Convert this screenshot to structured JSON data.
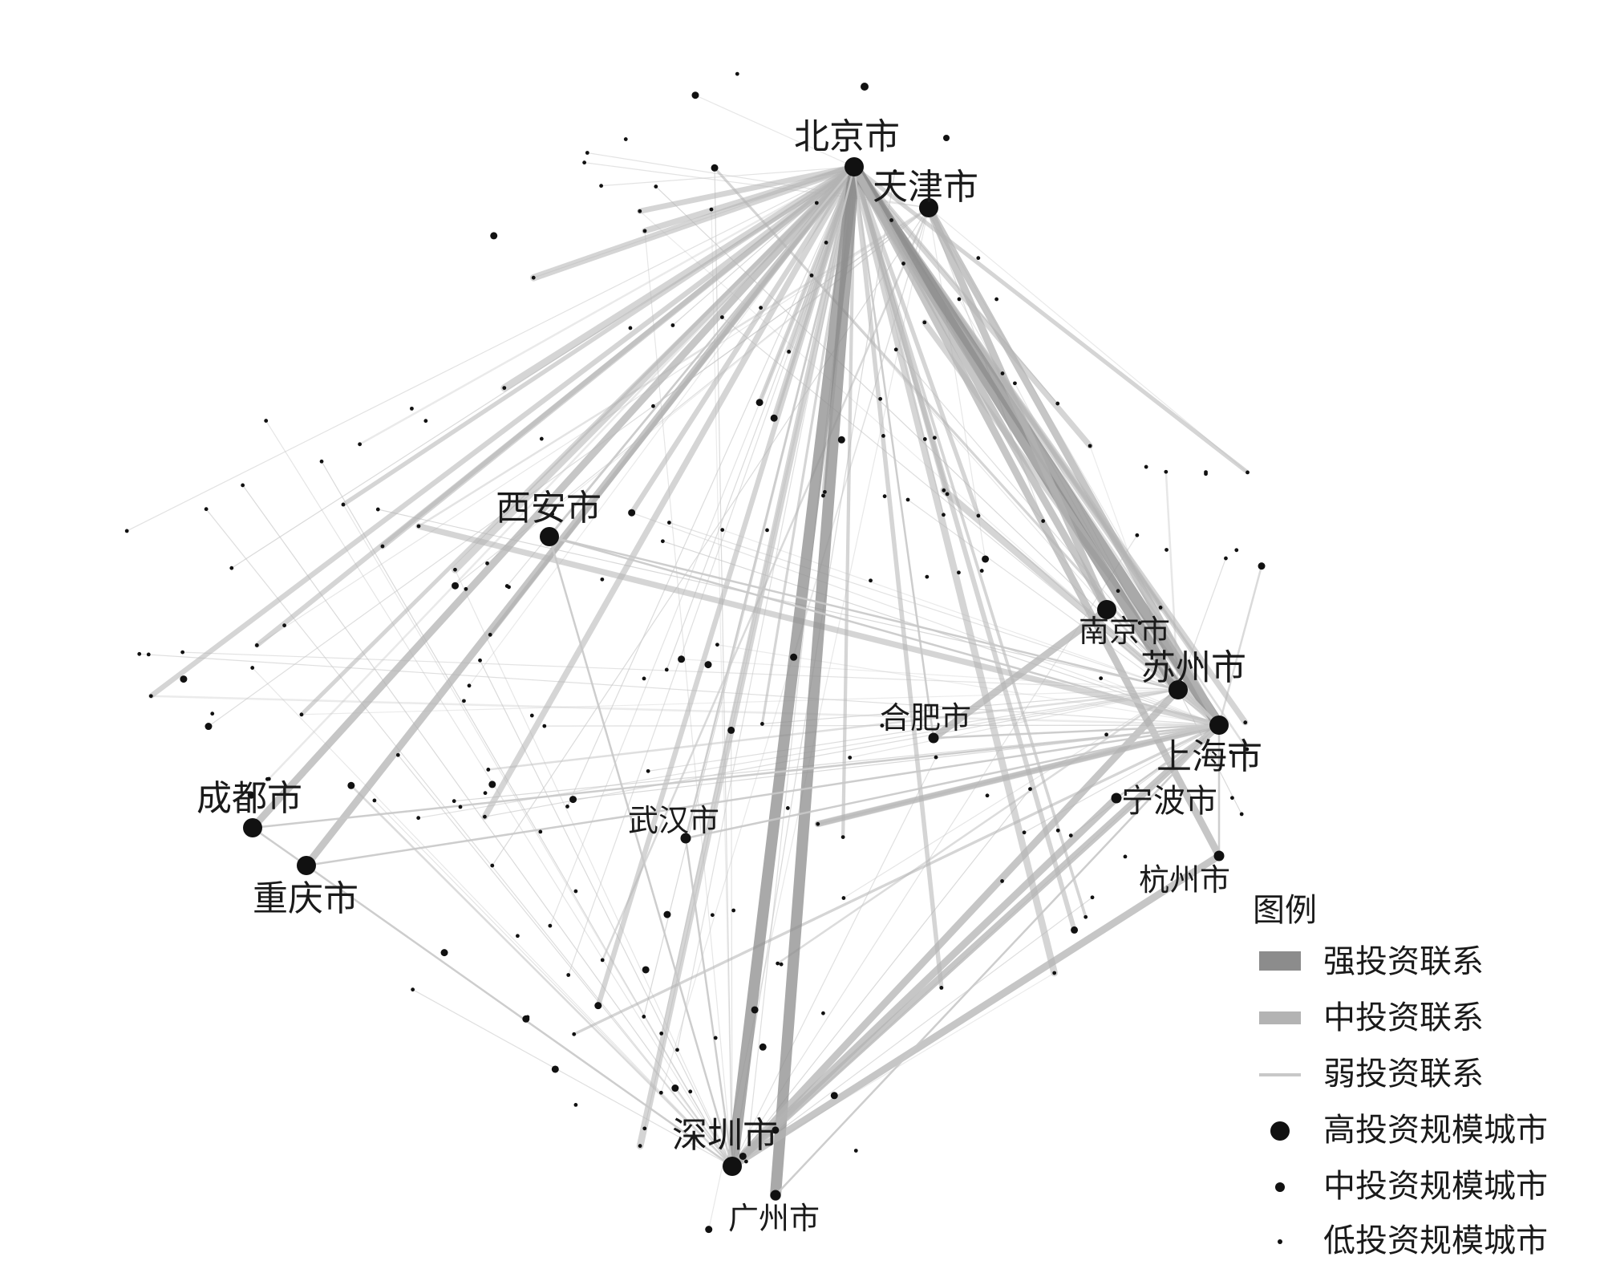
{
  "network": {
    "cities": [
      {
        "id": "beijing",
        "name": "北京市",
        "tier": "high"
      },
      {
        "id": "tianjin",
        "name": "天津市",
        "tier": "high"
      },
      {
        "id": "xian",
        "name": "西安市",
        "tier": "high"
      },
      {
        "id": "nanjing",
        "name": "南京市",
        "tier": "high"
      },
      {
        "id": "suzhou",
        "name": "苏州市",
        "tier": "high"
      },
      {
        "id": "hefei",
        "name": "合肥市",
        "tier": "medium"
      },
      {
        "id": "shanghai",
        "name": "上海市",
        "tier": "high"
      },
      {
        "id": "chengdu",
        "name": "成都市",
        "tier": "high"
      },
      {
        "id": "wuhan",
        "name": "武汉市",
        "tier": "medium"
      },
      {
        "id": "ningbo",
        "name": "宁波市",
        "tier": "medium"
      },
      {
        "id": "hangzhou",
        "name": "杭州市",
        "tier": "medium"
      },
      {
        "id": "chongqing",
        "name": "重庆市",
        "tier": "high"
      },
      {
        "id": "shenzhen",
        "name": "深圳市",
        "tier": "high"
      },
      {
        "id": "guangzhou",
        "name": "广州市",
        "tier": "medium"
      }
    ],
    "links": [
      {
        "from": "beijing",
        "to": "shenzhen",
        "strength": "strong"
      },
      {
        "from": "beijing",
        "to": "shanghai",
        "strength": "strong"
      },
      {
        "from": "beijing",
        "to": "suzhou",
        "strength": "strong"
      },
      {
        "from": "beijing",
        "to": "chengdu",
        "strength": "medium"
      },
      {
        "from": "beijing",
        "to": "chongqing",
        "strength": "medium"
      },
      {
        "from": "beijing",
        "to": "guangzhou",
        "strength": "strong"
      },
      {
        "from": "beijing",
        "to": "nanjing",
        "strength": "medium"
      },
      {
        "from": "beijing",
        "to": "hangzhou",
        "strength": "medium"
      },
      {
        "from": "tianjin",
        "to": "shanghai",
        "strength": "medium"
      },
      {
        "from": "tianjin",
        "to": "nanjing",
        "strength": "medium"
      },
      {
        "from": "hefei",
        "to": "nanjing",
        "strength": "medium"
      },
      {
        "from": "shenzhen",
        "to": "shanghai",
        "strength": "medium"
      },
      {
        "from": "shenzhen",
        "to": "hangzhou",
        "strength": "medium"
      },
      {
        "from": "shenzhen",
        "to": "ningbo",
        "strength": "medium"
      },
      {
        "from": "shenzhen",
        "to": "suzhou",
        "strength": "medium"
      },
      {
        "from": "chongqing",
        "to": "shenzhen",
        "strength": "weak"
      },
      {
        "from": "chengdu",
        "to": "chongqing",
        "strength": "weak"
      },
      {
        "from": "chengdu",
        "to": "shanghai",
        "strength": "weak"
      },
      {
        "from": "chongqing",
        "to": "shanghai",
        "strength": "weak"
      },
      {
        "from": "xian",
        "to": "shanghai",
        "strength": "weak"
      },
      {
        "from": "xian",
        "to": "shenzhen",
        "strength": "weak"
      },
      {
        "from": "xian",
        "to": "suzhou",
        "strength": "weak"
      },
      {
        "from": "wuhan",
        "to": "shanghai",
        "strength": "weak"
      },
      {
        "from": "wuhan",
        "to": "shenzhen",
        "strength": "weak"
      },
      {
        "from": "wuhan",
        "to": "beijing",
        "strength": "weak"
      },
      {
        "from": "hefei",
        "to": "shanghai",
        "strength": "weak"
      },
      {
        "from": "hefei",
        "to": "beijing",
        "strength": "weak"
      },
      {
        "from": "guangzhou",
        "to": "shanghai",
        "strength": "weak"
      },
      {
        "from": "nanjing",
        "to": "shanghai",
        "strength": "weak"
      },
      {
        "from": "suzhou",
        "to": "shanghai",
        "strength": "weak"
      },
      {
        "from": "ningbo",
        "to": "shanghai",
        "strength": "weak"
      },
      {
        "from": "hangzhou",
        "to": "shanghai",
        "strength": "weak"
      },
      {
        "from": "xian",
        "to": "beijing",
        "strength": "weak"
      }
    ]
  },
  "legend": {
    "title": "图例",
    "items": [
      {
        "key": "strong_link",
        "label": "强投资联系"
      },
      {
        "key": "medium_link",
        "label": "中投资联系"
      },
      {
        "key": "weak_link",
        "label": "弱投资联系"
      },
      {
        "key": "high_city",
        "label": "高投资规模城市"
      },
      {
        "key": "mid_city",
        "label": "中投资规模城市"
      },
      {
        "key": "low_city",
        "label": "低投资规模城市"
      }
    ]
  },
  "colors": {
    "strong_link": "#8c8c8c",
    "medium_link": "#b3b3b3",
    "weak_link": "#c8c8c8",
    "node": "#111111"
  }
}
